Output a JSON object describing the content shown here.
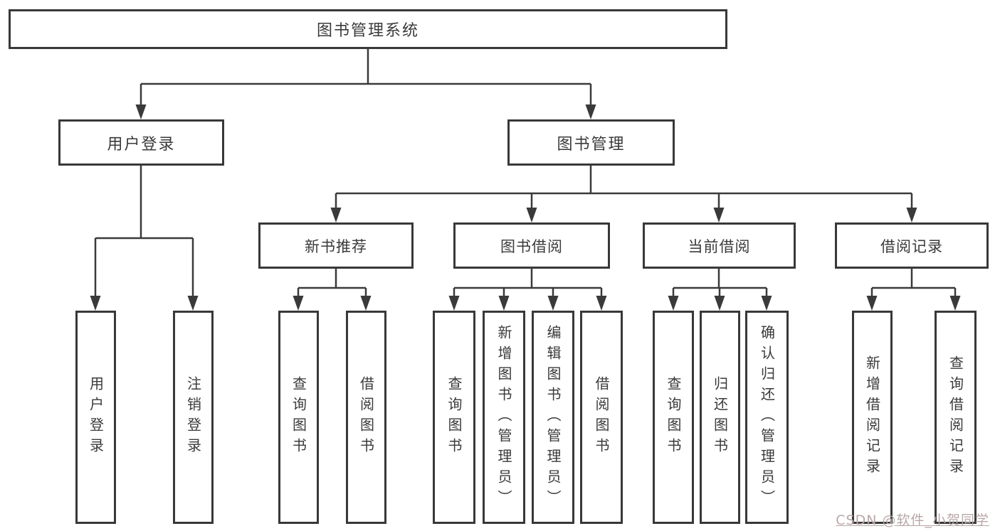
{
  "diagram": {
    "title": "图书管理系统",
    "tree": {
      "root": "图书管理系统",
      "login": {
        "label": "用户登录",
        "user_login": "用户登录",
        "logout": "注销登录"
      },
      "mgmt": {
        "label": "图书管理"
      },
      "newbook": {
        "label": "新书推荐",
        "query": "查询图书",
        "borrow": "借阅图书"
      },
      "borrowing": {
        "label": "图书借阅",
        "query": "查询图书",
        "add": "新增图书（管理员）",
        "edit": "编辑图书（管理员）",
        "borrow": "借阅图书"
      },
      "current": {
        "label": "当前借阅",
        "query": "查询图书",
        "return_book": "归还图书",
        "confirm": "确认归还（管理员）"
      },
      "records": {
        "label": "借阅记录",
        "add": "新增借阅记录",
        "query": "查询借阅记录"
      }
    },
    "colors": {
      "line": "#3a3a3a",
      "text": "#3a3a3a",
      "background": "#ffffff",
      "watermark": "#b9a8a8"
    }
  },
  "watermark": {
    "text": "CSDN @软件_小贺同学"
  }
}
